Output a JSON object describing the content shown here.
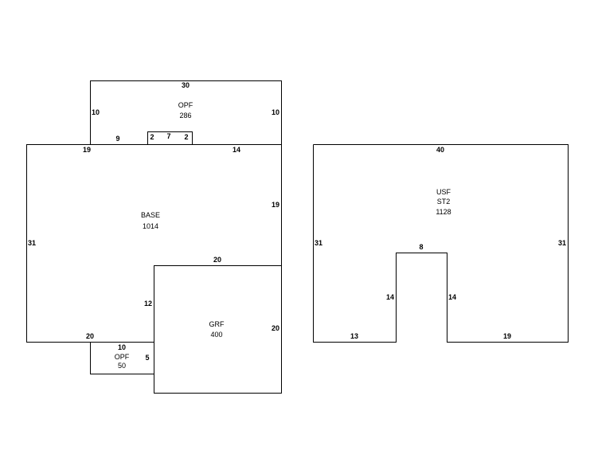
{
  "sketch_left": {
    "opf_top": {
      "code": "OPF",
      "area": "286",
      "dims": {
        "top": "30",
        "left": "10",
        "right": "10",
        "seg_left": "9",
        "notch_left": "2",
        "notch_top": "7",
        "notch_right": "2"
      }
    },
    "base": {
      "code": "BASE",
      "area": "1014",
      "dims": {
        "top_left": "19",
        "top_right": "14",
        "right": "19",
        "left": "31",
        "bottom": "20",
        "inner_vertical": "12"
      }
    },
    "grf": {
      "code": "GRF",
      "area": "400",
      "dims": {
        "top": "20",
        "right": "20"
      }
    },
    "opf_bottom": {
      "code": "OPF",
      "area": "50",
      "dims": {
        "top": "10",
        "right": "5"
      }
    }
  },
  "sketch_right": {
    "usf": {
      "code": "USF",
      "subcode": "ST2",
      "area": "1128",
      "dims": {
        "top": "40",
        "left": "31",
        "right": "31",
        "bottom_left": "13",
        "bottom_right": "19",
        "notch_left": "14",
        "notch_top": "8",
        "notch_right": "14"
      }
    }
  }
}
